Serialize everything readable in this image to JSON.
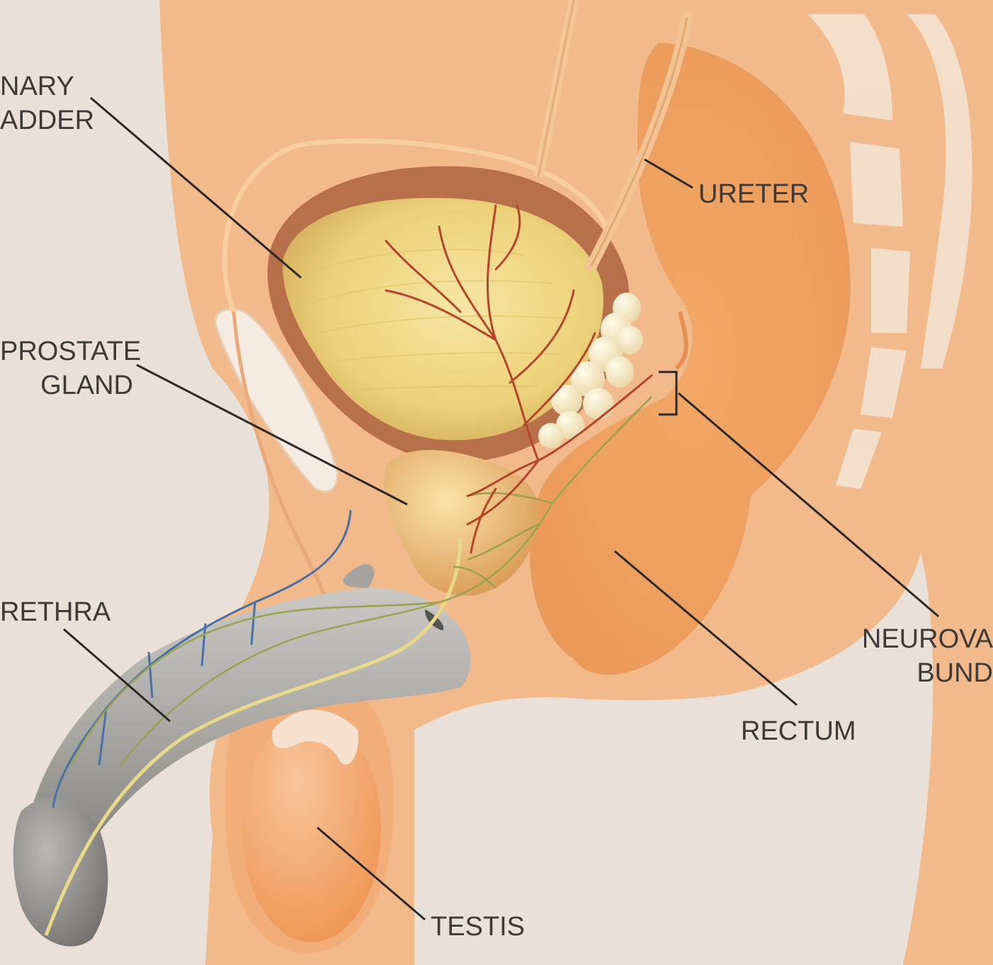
{
  "labels": {
    "bladder": {
      "line1": "NARY",
      "line2": "ADDER"
    },
    "ureter": "URETER",
    "prostate": {
      "line1": "PROSTATE",
      "line2": "GLAND"
    },
    "urethra": "RETHRA",
    "neurovascular": {
      "line1": "NEUROVA",
      "line2": "BUND"
    },
    "rectum": "RECTUM",
    "testis": "TESTIS"
  },
  "colors": {
    "background": "#e9e1d8",
    "body_tissue": "#f2b98a",
    "rectum": "#f0a467",
    "bladder_wall": "#b8704a",
    "bladder_interior": "#efd68a",
    "prostate": "#efc47a",
    "penis": "#9b9b98",
    "glans": "#8d8c8a",
    "testis": "#f3a56a",
    "vessel_red": "#b5452a",
    "nerve_green": "#9aa24f",
    "vein_blue": "#4a6fa5",
    "bone": "#f4e3d2",
    "leader_line": "#2c2826"
  }
}
